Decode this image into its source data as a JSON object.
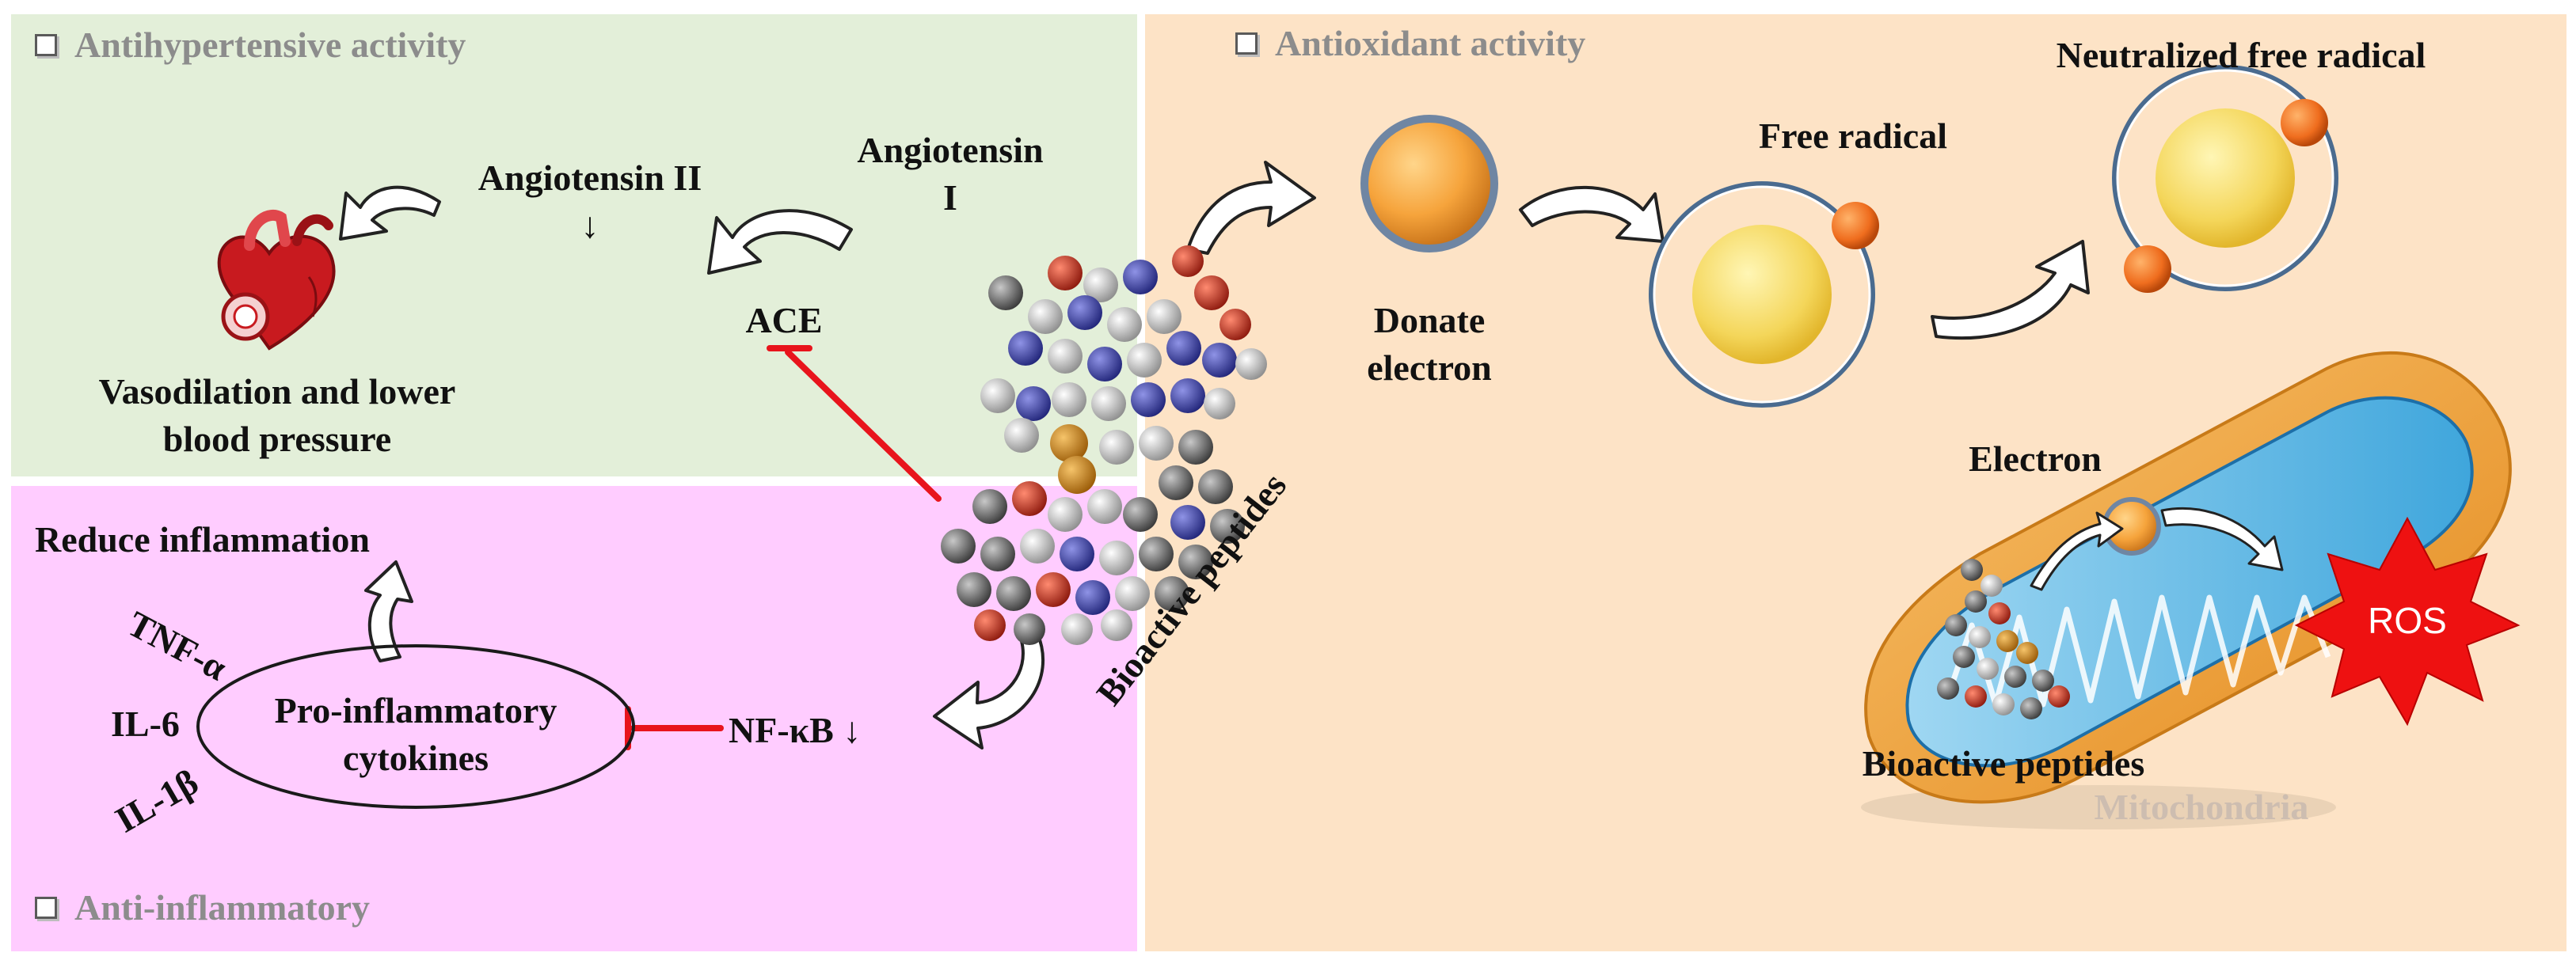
{
  "colors": {
    "antihypertensive_bg": "#e3efd9",
    "anti_inflammatory_bg": "#ffccff",
    "antioxidant_bg": "#fde3c6",
    "inhibition_line": "#e8141c",
    "ros_burst": "#ee1111",
    "header_text": "#8c8c8c",
    "electron": "#f7a83a",
    "radical_core": "#f4d65a"
  },
  "antihypertensive": {
    "header": "Antihypertensive activity",
    "angiotensin_i": "Angiotensin\nI",
    "angiotensin_ii": "Angiotensin II\n↓",
    "ace": "ACE",
    "outcome": "Vasodilation and lower\nblood pressure",
    "heart_icon": "heart-icon"
  },
  "anti_inflammatory": {
    "header": "Anti-inflammatory",
    "reduce": "Reduce inflammation",
    "cytokines": "Pro-inflammatory\ncytokines",
    "tnf": "TNF-α",
    "il6": "IL-6",
    "il1b": "IL-1β",
    "nfkb": "NF-κB ↓"
  },
  "center": {
    "peptides_label": "Bioactive peptides"
  },
  "antioxidant": {
    "header": "Antioxidant activity",
    "donate": "Donate\nelectron",
    "free_radical": "Free radical",
    "neutralized": "Neutralized free radical",
    "electron": "Electron",
    "ros": "ROS",
    "peptides_label": "Bioactive peptides",
    "mitochondria": "Mitochondria"
  }
}
